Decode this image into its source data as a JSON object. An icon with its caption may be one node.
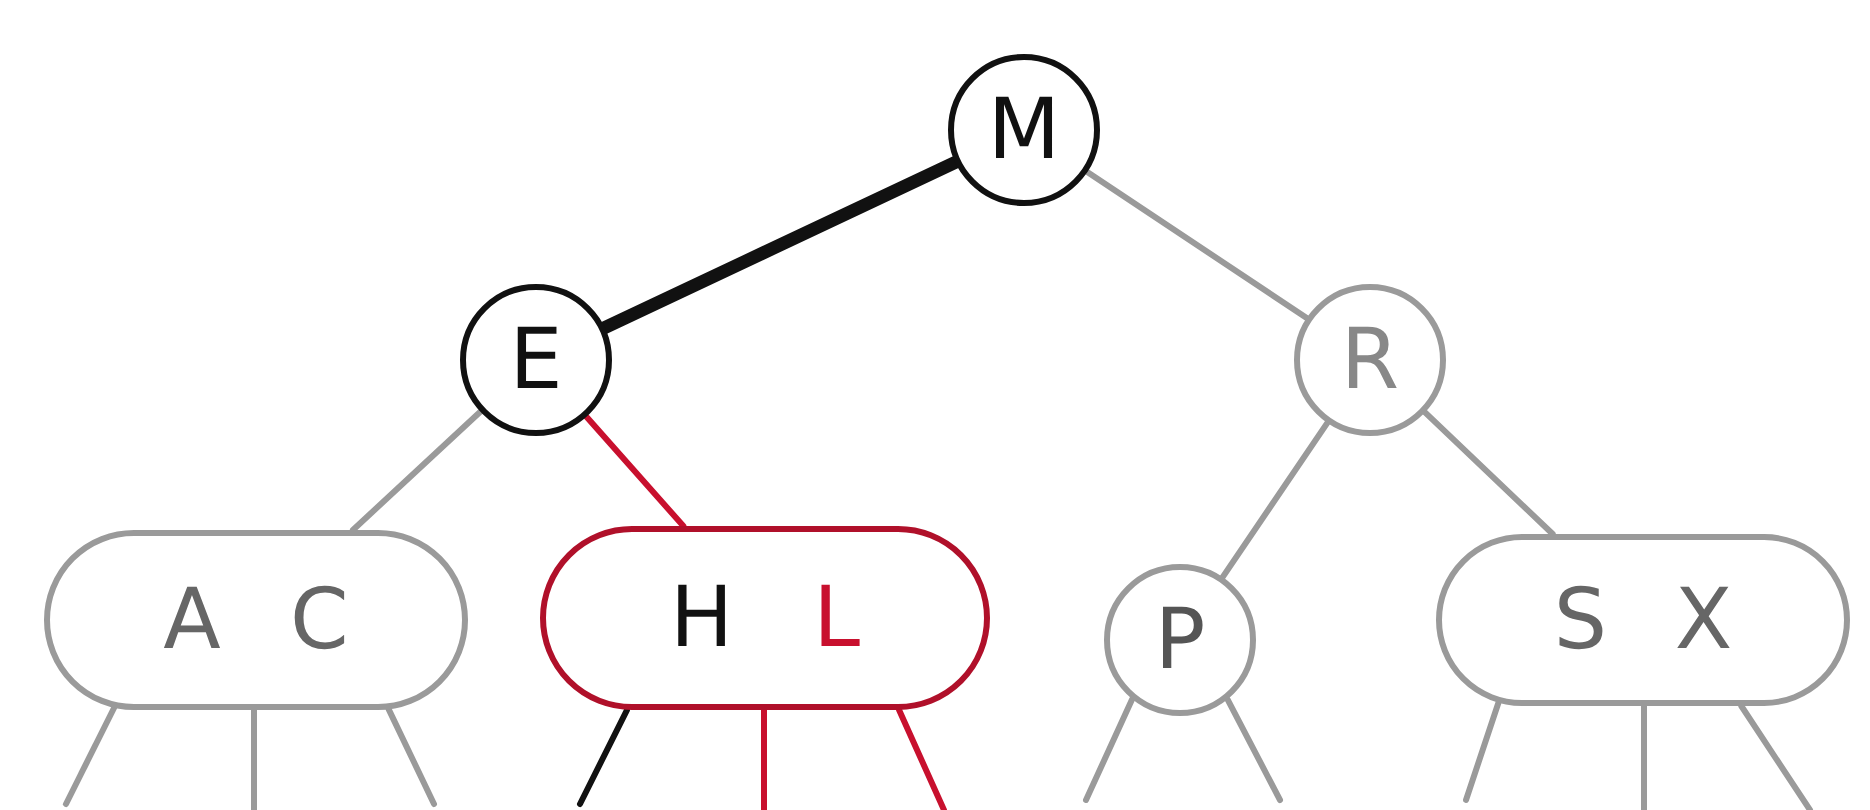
{
  "diagram": {
    "nodes": [
      {
        "text": [
          "M"
        ]
      },
      {
        "text": [
          "E"
        ]
      },
      {
        "text": [
          "R"
        ]
      },
      {
        "text": [
          "A",
          "C"
        ]
      },
      {
        "text": [
          "H",
          "L"
        ]
      },
      {
        "text": [
          "P"
        ]
      },
      {
        "text": [
          "S",
          "X"
        ]
      }
    ],
    "edges": [
      {
        "from": 0,
        "to": 1,
        "arrow": "none",
        "style": "thick",
        "color": "#111111"
      },
      {
        "from": 0,
        "to": 2,
        "arrow": "none"
      },
      {
        "from": 1,
        "to": 3,
        "arrow": "none"
      },
      {
        "from": 1,
        "to": 4,
        "arrow": "none",
        "color": "#c8102e"
      },
      {
        "from": 2,
        "to": 5,
        "arrow": "none"
      },
      {
        "from": 2,
        "to": 6,
        "arrow": "none"
      },
      {
        "from": 3,
        "to": null,
        "arrow": "none"
      },
      {
        "from": 3,
        "to": null,
        "arrow": "none"
      },
      {
        "from": 3,
        "to": null,
        "arrow": "none"
      },
      {
        "from": 4,
        "to": null,
        "arrow": "none",
        "color": "#111111"
      },
      {
        "from": 4,
        "to": null,
        "arrow": "none",
        "color": "#c8102e"
      },
      {
        "from": 4,
        "to": null,
        "arrow": "none",
        "color": "#c8102e"
      },
      {
        "from": 5,
        "to": null,
        "arrow": "none"
      },
      {
        "from": 5,
        "to": null,
        "arrow": "none"
      },
      {
        "from": 6,
        "to": null,
        "arrow": "none"
      },
      {
        "from": 6,
        "to": null,
        "arrow": "none"
      },
      {
        "from": 6,
        "to": null,
        "arrow": "none"
      }
    ]
  }
}
